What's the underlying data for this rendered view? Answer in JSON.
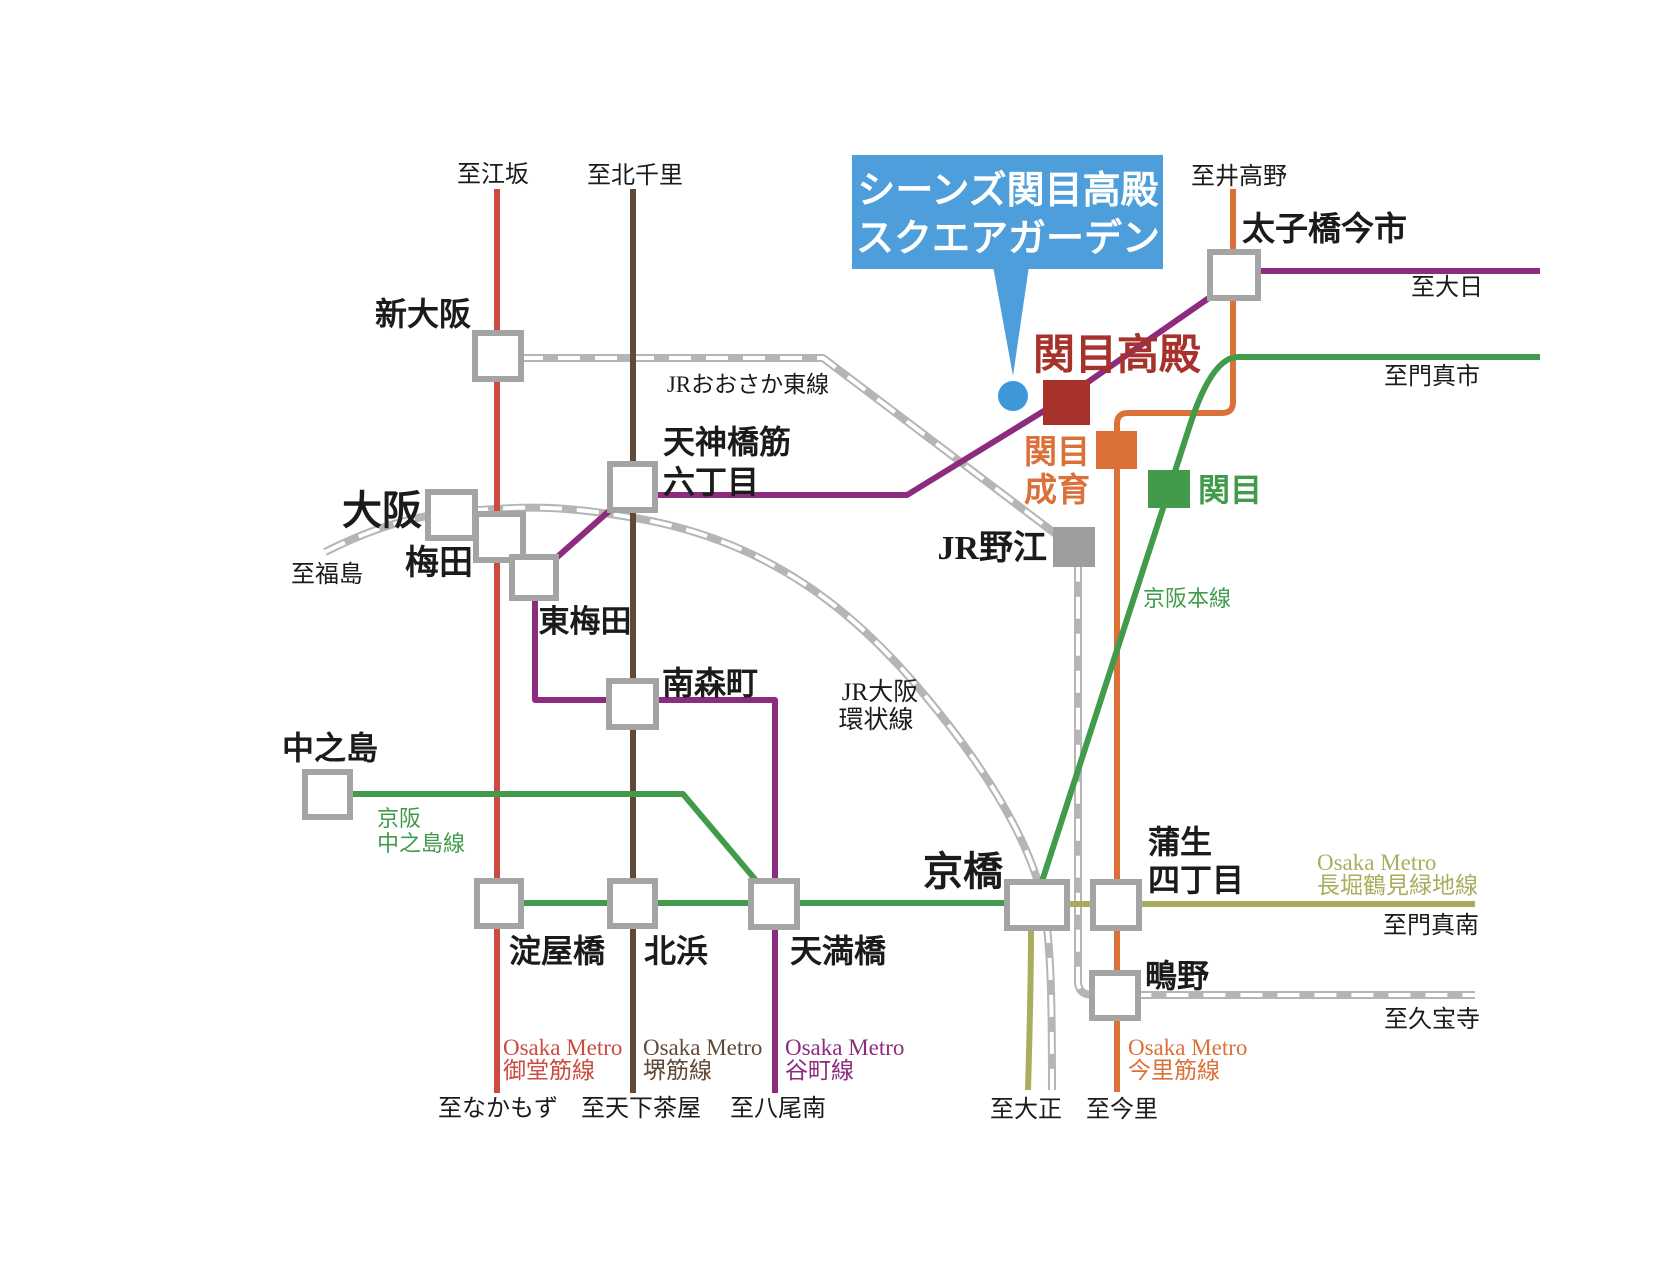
{
  "callout": {
    "line1": "シーンズ関目高殿",
    "line2": "スクエアガーデン"
  },
  "stations": {
    "shin_osaka": "新大阪",
    "osaka": "大阪",
    "umeda": "梅田",
    "higashi_umeda": "東梅田",
    "tenjimbashisuji_l1": "天神橋筋",
    "tenjimbashisuji_l2": "六丁目",
    "minami_morimachi": "南森町",
    "nakanoshima": "中之島",
    "yodoyabashi": "淀屋橋",
    "kitahama": "北浜",
    "temmabashi": "天満橋",
    "kyobashi": "京橋",
    "gamo_l1": "蒲生",
    "gamo_l2": "四丁目",
    "shigino": "鴫野",
    "jr_noe": "JR野江",
    "sekime": "関目",
    "sekime_seiiku_l1": "関目",
    "sekime_seiiku_l2": "成育",
    "sekime_takadono": "関目高殿",
    "taishibashi_imaichi": "太子橋今市"
  },
  "terminals": {
    "esaka": "至江坂",
    "kita_senri": "至北千里",
    "itakano": "至井高野",
    "dainichi": "至大日",
    "kadoma_shi": "至門真市",
    "kadoma_minami": "至門真南",
    "kyuhoji": "至久宝寺",
    "fukushima": "至福島",
    "nakamozu": "至なかもず",
    "tengachaya": "至天下茶屋",
    "yaominami": "至八尾南",
    "taisho": "至大正",
    "imazato": "至今里"
  },
  "lines": {
    "jr_higashi": "JRおおさか東線",
    "jr_loop_l1": "JR大阪",
    "jr_loop_l2": "環状線",
    "keihan_main": "京阪本線",
    "keihan_nakanoshima_l1": "京阪",
    "keihan_nakanoshima_l2": "中之島線",
    "midosuji_l1": "Osaka Metro",
    "midosuji_l2": "御堂筋線",
    "sakaisuji_l1": "Osaka Metro",
    "sakaisuji_l2": "堺筋線",
    "tanimachi_l1": "Osaka Metro",
    "tanimachi_l2": "谷町線",
    "imazatosuji_l1": "Osaka Metro",
    "imazatosuji_l2": "今里筋線",
    "nagahori_l1": "Osaka Metro",
    "nagahori_l2": "長堀鶴見緑地線"
  },
  "colors": {
    "midosuji": "#cb4b41",
    "sakaisuji": "#604936",
    "tanimachi": "#8d2b7e",
    "imazatosuji": "#db7039",
    "keihan": "#419b4b",
    "nagahori": "#a9ae5e",
    "jr_gray": "#b5b5b5",
    "highlight_dark_red": "#a7322c",
    "noe_gray": "#9e9e9e",
    "callout_blue": "#4d9eda",
    "dot_blue": "#3e98d8",
    "square_border": "#a4a4a4"
  }
}
